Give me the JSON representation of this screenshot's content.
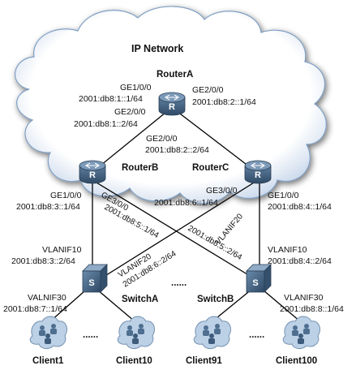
{
  "cloud": {
    "title": "IP Network"
  },
  "devices": {
    "routerA": "RouterA",
    "routerB": "RouterB",
    "routerC": "RouterC",
    "switchA": "SwitchA",
    "switchB": "SwitchB"
  },
  "clients": [
    "Client1",
    "Client10",
    "Client91",
    "Client100"
  ],
  "ellipsis": "......",
  "interfaces": {
    "ra_ge100": "GE1/0/0",
    "ra_ge100_ip": "2001:db8:1::1/64",
    "ra_ge200": "GE2/0/0",
    "ra_ge200_ip": "2001:db8:2::1/64",
    "rb_ge200": "GE2/0/0",
    "rb_ge200_ip": "2001:db8:1::2/64",
    "rc_ge200": "GE2/0/0",
    "rc_ge200_ip": "2001:db8:2::2/64",
    "rb_ge100": "GE1/0/0",
    "rb_ge100_ip": "2001:db8:3::1/64",
    "rb_ge300": "GE3/0/0",
    "rb_ge300_ip": "2001:db8:5::1/64",
    "rc_ge300": "GE3/0/0",
    "rc_ge300_ip": "2001:db8:6::1/64",
    "rc_ge100": "GE1/0/0",
    "rc_ge100_ip": "2001:db8:4::1/64",
    "sa_vlanif10": "VLANIF10",
    "sa_vlanif10_ip": "2001:db8:3::2/64",
    "sa_vlanif20": "VLANIF20",
    "sa_vlanif20_ip": "2001:db8:6::2/64",
    "sa_vlanif30": "VALNIF30",
    "sa_vlanif30_ip": "2001:db8:7::1/64",
    "sb_vlanif20": "VLANIF20",
    "sb_vlanif20_ip": "2001:db8:5::2/64",
    "sb_vlanif10": "VLANIF10",
    "sb_vlanif10_ip": "2001:db8:4::2/64",
    "sb_vlanif30": "VLANIF30",
    "sb_vlanif30_ip": "2001:db8:8::1/64"
  },
  "colors": {
    "cloud_fill": "#ffffff",
    "cloud_stroke": "#7f9fc4",
    "device_body": "#3f5b78",
    "device_top": "#6f90b0",
    "client_body": "#a9c1dc"
  },
  "icons": {
    "router": "router-icon",
    "switch": "switch-icon",
    "client": "client-group-icon"
  }
}
